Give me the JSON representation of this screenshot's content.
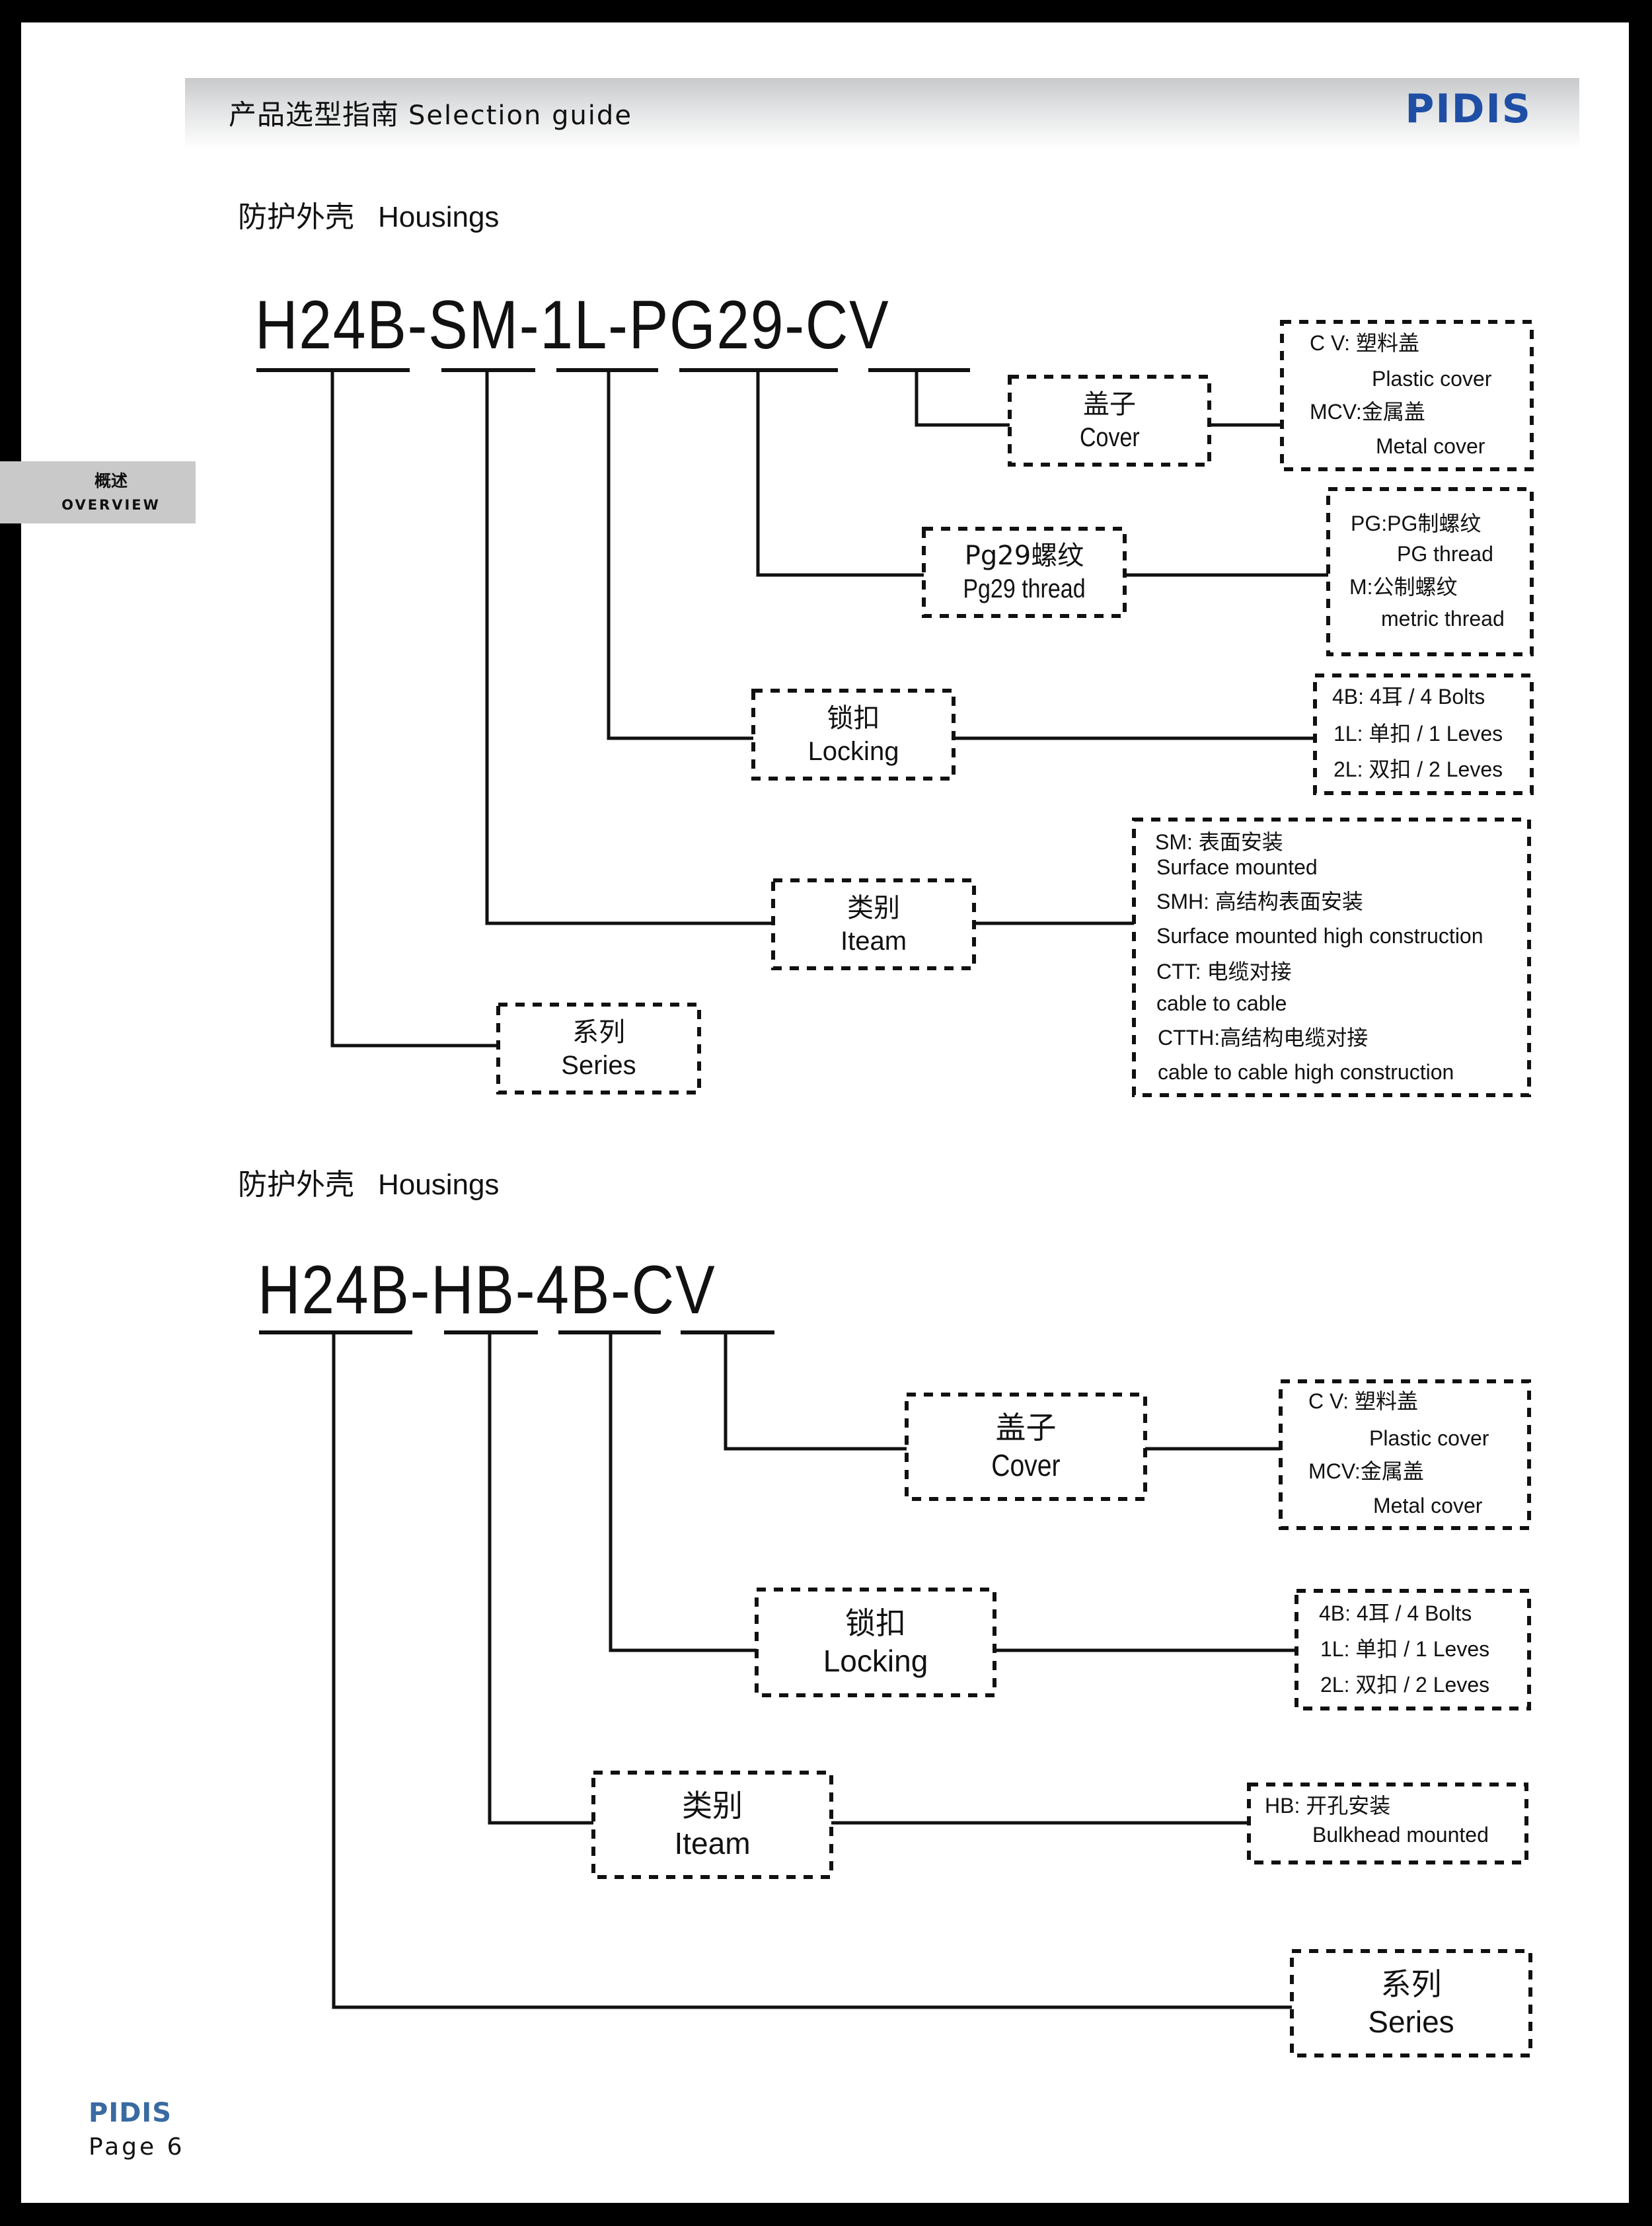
{
  "header": {
    "title_zh": "产品选型指南",
    "title_en": "Selection guide",
    "brand": "PIDIS",
    "brand_color": "#1f4fa5"
  },
  "side_tab": {
    "label_zh": "概述",
    "label_en": "OVERVIEW"
  },
  "diagrams": [
    {
      "section_title_zh": "防护外壳",
      "section_title_en": "Housings",
      "code": "H24B-SM-1L-PG29-CV",
      "segments": [
        "H24B",
        "SM",
        "1L",
        "PG29",
        "CV"
      ],
      "categories": [
        {
          "label_zh": "盖子",
          "label_en": "Cover",
          "options": [
            "C V:   塑料盖",
            "Plastic cover",
            "MCV:金属盖",
            "Metal cover"
          ]
        },
        {
          "label_zh": "Pg29螺纹",
          "label_en": "Pg29 thread",
          "options": [
            "PG:PG制螺纹",
            "PG thread",
            "M:公制螺纹",
            "metric thread"
          ]
        },
        {
          "label_zh": "锁扣",
          "label_en": "Locking",
          "options": [
            "4B: 4耳  /  4 Bolts",
            "1L: 单扣 /  1 Leves",
            "2L: 双扣 /  2 Leves"
          ]
        },
        {
          "label_zh": "类别",
          "label_en": "Iteam",
          "options": [
            "SM:     表面安装",
            "Surface mounted",
            "SMH:   高结构表面安装",
            "Surface mounted high construction",
            "CTT:   电缆对接",
            "cable to cable",
            "CTTH:高结构电缆对接",
            "cable to cable high construction"
          ]
        },
        {
          "label_zh": "系列",
          "label_en": "Series",
          "options": []
        }
      ]
    },
    {
      "section_title_zh": "防护外壳",
      "section_title_en": "Housings",
      "code": "H24B-HB-4B-CV",
      "segments": [
        "H24B",
        "HB",
        "4B",
        "CV"
      ],
      "categories": [
        {
          "label_zh": "盖子",
          "label_en": "Cover",
          "options": [
            "C V:   塑料盖",
            "Plastic cover",
            "MCV:金属盖",
            "Metal cover"
          ]
        },
        {
          "label_zh": "锁扣",
          "label_en": "Locking",
          "options": [
            "4B: 4耳  /  4 Bolts",
            "1L: 单扣 /  1 Leves",
            "2L: 双扣 /  2 Leves"
          ]
        },
        {
          "label_zh": "类别",
          "label_en": "Iteam",
          "options": [
            "HB: 开孔安装",
            "Bulkhead mounted"
          ]
        },
        {
          "label_zh": "系列",
          "label_en": "Series",
          "options": []
        }
      ]
    }
  ],
  "footer": {
    "brand": "PIDIS",
    "page_label": "Page 6",
    "brand_color": "#3a6aa2"
  }
}
